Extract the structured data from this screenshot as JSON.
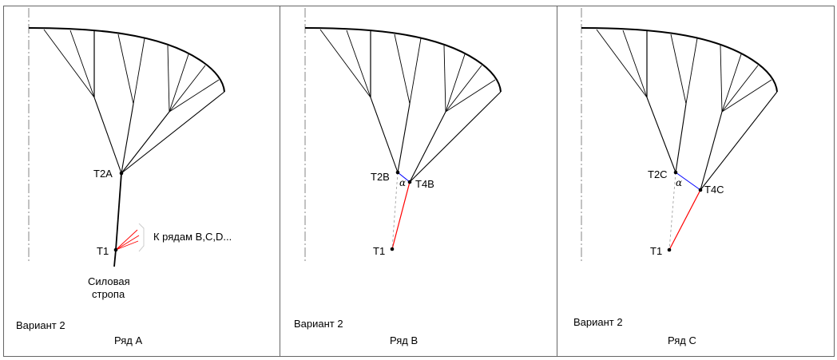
{
  "colors": {
    "line": "#000000",
    "red": "#ff0000",
    "blue": "#0000ff",
    "dashed": "#999999"
  },
  "panels": [
    {
      "variant": "Вариант 2",
      "row": "Ряд A",
      "t2": "T2A",
      "t1": "T1",
      "note": "К рядам B,C,D...",
      "line_label_1": "Силовая",
      "line_label_2": "стропа"
    },
    {
      "variant": "Вариант 2",
      "row": "Ряд B",
      "t2": "T2B",
      "t4": "T4B",
      "t1": "T1",
      "alpha": "α"
    },
    {
      "variant": "Вариант 2",
      "row": "Ряд C",
      "t2": "T2C",
      "t4": "T4C",
      "t1": "T1",
      "alpha": "α"
    }
  ]
}
